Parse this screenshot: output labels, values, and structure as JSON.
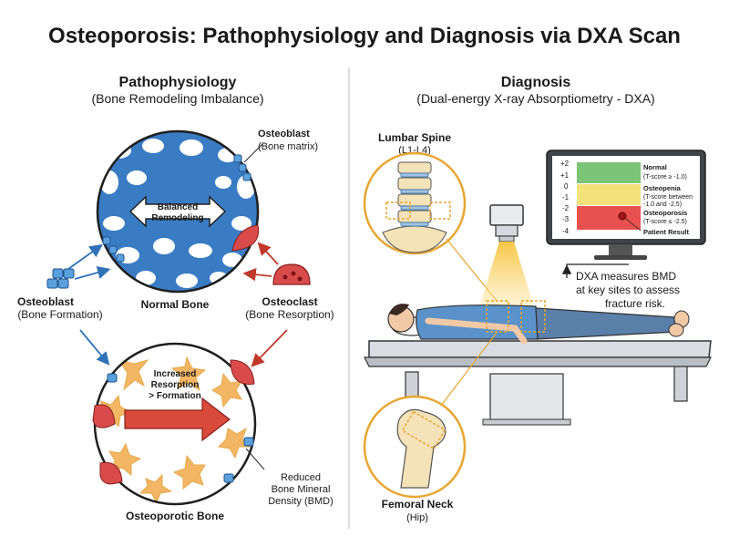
{
  "title": "Osteoporosis: Pathophysiology and Diagnosis via DXA Scan",
  "left": {
    "heading": "Pathophysiology",
    "subheading": "(Bone Remodeling Imbalance)",
    "osteoblast_top_title": "Osteoblast",
    "osteoblast_top_sub": "(Bone matrix)",
    "balanced_line1": "Balanced",
    "balanced_line2": "Remodeling",
    "normal_bone": "Normal Bone",
    "osteoblast_left_title": "Osteoblast",
    "osteoblast_left_sub": "(Bone Formation)",
    "osteoclast_title": "Osteoclast",
    "osteoclast_sub": "(Bone Resorption)",
    "increased_line1": "Increased",
    "increased_line2": "Resorption",
    "increased_line3": "> Formation",
    "reduced_line1": "Reduced",
    "reduced_line2": "Bone Mineral",
    "reduced_line3": "Density (BMD)",
    "osteoporotic_bone": "Osteoporotic Bone"
  },
  "right": {
    "heading": "Diagnosis",
    "subheading": "(Dual-energy X-ray Absorptiometry - DXA)",
    "lumbar_title": "Lumbar Spine",
    "lumbar_sub": "(L1-L4)",
    "femoral_title": "Femoral Neck",
    "femoral_sub": "(Hip)",
    "dxa_line1": "DXA measures BMD",
    "dxa_line2": "at key sites to assess",
    "dxa_line3": "fracture risk.",
    "monitor": {
      "ticks": [
        "+2",
        "+1",
        "0",
        "-1",
        "-2",
        "-3",
        "-4"
      ],
      "normal_title": "Normal",
      "normal_sub": "(T-score ≥ -1.0)",
      "osteopenia_title": "Osteopenia",
      "osteopenia_sub1": "(T-score between",
      "osteopenia_sub2": "-1.0 and -2.5)",
      "osteoporosis_title": "Osteoporosis",
      "osteoporosis_sub": "(T-score ≤ -2.5)",
      "patient_result": "Patient Result",
      "colors": {
        "normal": "#7cc576",
        "osteopenia": "#f3e27a",
        "osteoporosis": "#e9514f"
      }
    }
  }
}
